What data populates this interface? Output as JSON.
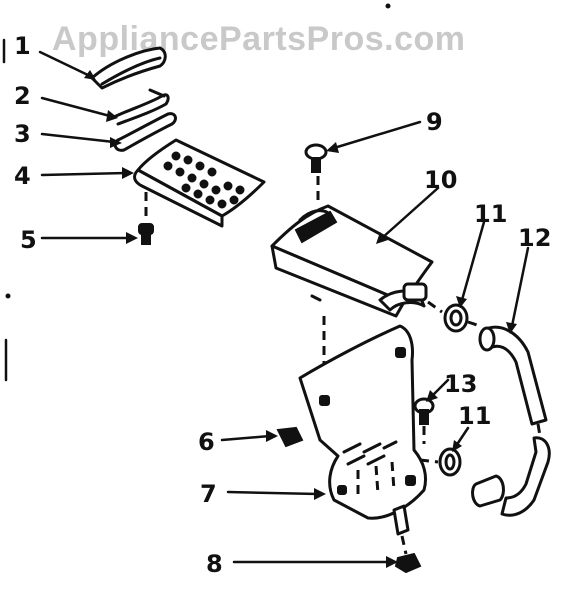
{
  "watermark": "AppliancePartsPros.com",
  "callouts": [
    {
      "id": "1",
      "label": "1"
    },
    {
      "id": "2",
      "label": "2"
    },
    {
      "id": "3",
      "label": "3"
    },
    {
      "id": "4",
      "label": "4"
    },
    {
      "id": "5",
      "label": "5"
    },
    {
      "id": "6",
      "label": "6"
    },
    {
      "id": "7",
      "label": "7"
    },
    {
      "id": "8",
      "label": "8"
    },
    {
      "id": "9",
      "label": "9"
    },
    {
      "id": "10",
      "label": "10"
    },
    {
      "id": "11a",
      "label": "11"
    },
    {
      "id": "11b",
      "label": "11"
    },
    {
      "id": "12",
      "label": "12"
    },
    {
      "id": "13",
      "label": "13"
    }
  ]
}
